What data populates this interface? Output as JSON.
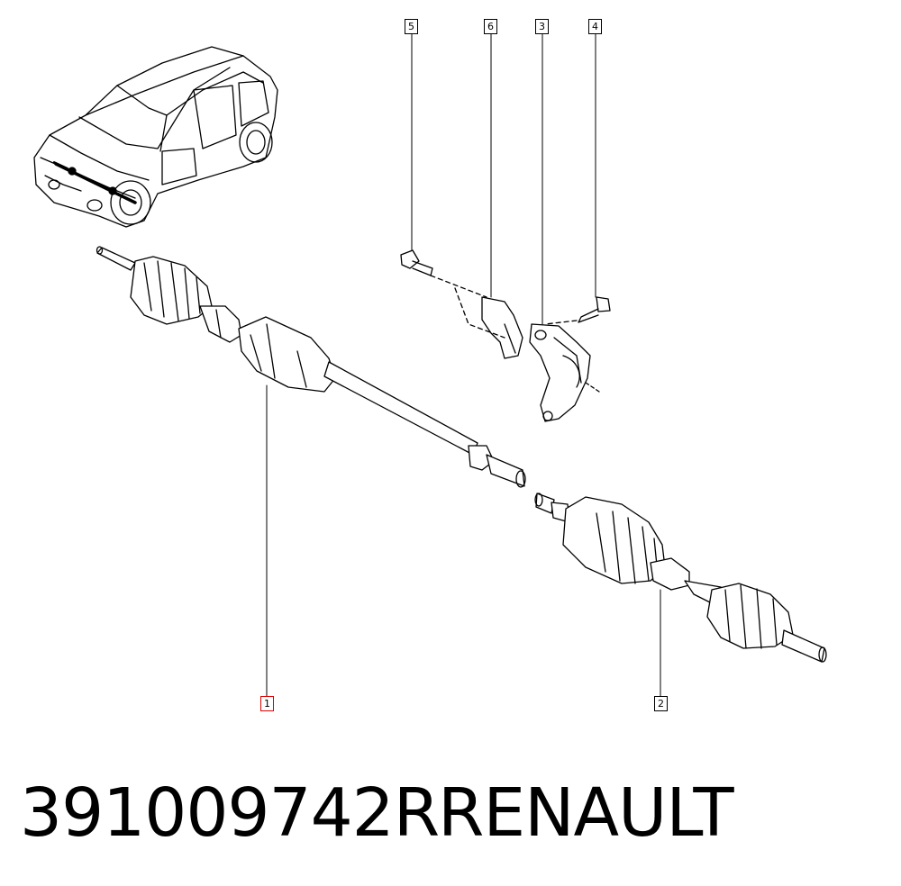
{
  "callouts": {
    "c1": "1",
    "c2": "2",
    "c3": "3",
    "c4": "4",
    "c5": "5",
    "c6": "6"
  },
  "footer": {
    "part_number": "391009742R",
    "brand": "RENAULT"
  },
  "colors": {
    "line": "#000000",
    "selected_callout": "#e00000",
    "background": "#ffffff"
  }
}
